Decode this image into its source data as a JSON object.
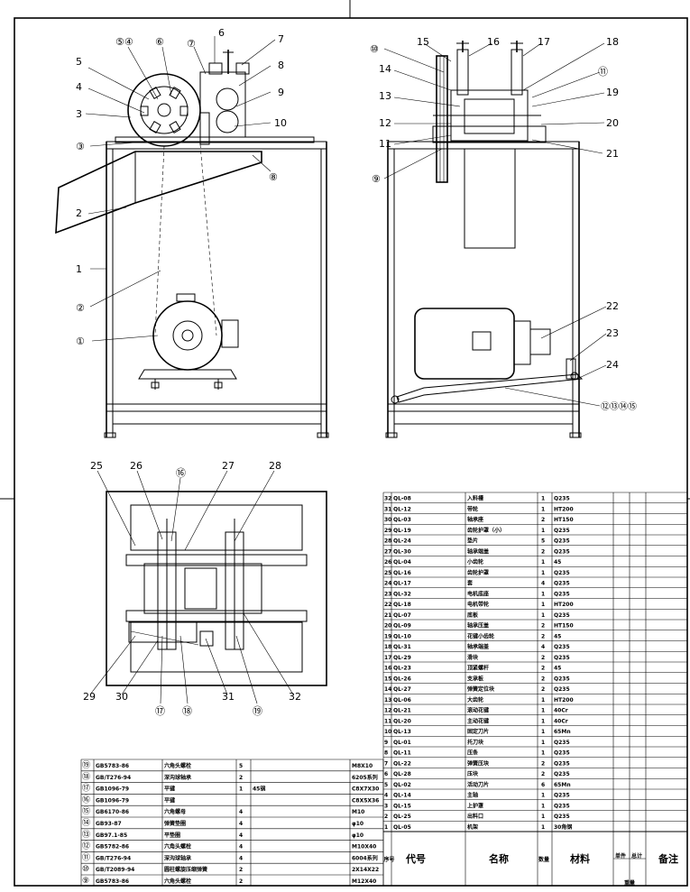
{
  "front_view": {
    "callouts": [
      "⑤④",
      "⑥",
      "⑦",
      "6",
      "7",
      "5",
      "8",
      "4",
      "9",
      "3",
      "10",
      "③",
      "⑧",
      "2",
      "1",
      "②",
      "①"
    ]
  },
  "side_view": {
    "callouts": [
      "⑩",
      "15",
      "16",
      "17",
      "18",
      "14",
      "⑪",
      "13",
      "19",
      "12",
      "20",
      "11",
      "21",
      "⑨",
      "22",
      "23",
      "24",
      "⑫⑬⑭⑮"
    ]
  },
  "top_view": {
    "callouts": [
      "25",
      "26",
      "⑯",
      "27",
      "28",
      "29",
      "30",
      "⑰",
      "⑱",
      "31",
      "⑲",
      "32"
    ]
  },
  "parts_list": {
    "rows": [
      {
        "no": "32",
        "code": "QL-08",
        "name": "入料槽",
        "qty": "1",
        "material": "Q235"
      },
      {
        "no": "31",
        "code": "QL-12",
        "name": "带轮",
        "qty": "1",
        "material": "HT200"
      },
      {
        "no": "30",
        "code": "QL-03",
        "name": "轴承座",
        "qty": "2",
        "material": "HT150"
      },
      {
        "no": "29",
        "code": "QL-19",
        "name": "齿轮护罩（小）",
        "qty": "1",
        "material": "Q235"
      },
      {
        "no": "28",
        "code": "QL-24",
        "name": "垫片",
        "qty": "5",
        "material": "Q235"
      },
      {
        "no": "27",
        "code": "QL-30",
        "name": "轴承端盖",
        "qty": "2",
        "material": "Q235"
      },
      {
        "no": "26",
        "code": "QL-04",
        "name": "小齿轮",
        "qty": "1",
        "material": "45"
      },
      {
        "no": "25",
        "code": "QL-16",
        "name": "齿轮护罩",
        "qty": "1",
        "material": "Q235"
      },
      {
        "no": "24",
        "code": "QL-17",
        "name": "套",
        "qty": "4",
        "material": "Q235"
      },
      {
        "no": "23",
        "code": "QL-32",
        "name": "电机底座",
        "qty": "1",
        "material": "Q235"
      },
      {
        "no": "22",
        "code": "QL-18",
        "name": "电机带轮",
        "qty": "1",
        "material": "HT200"
      },
      {
        "no": "21",
        "code": "QL-07",
        "name": "底板",
        "qty": "1",
        "material": "Q235"
      },
      {
        "no": "20",
        "code": "QL-09",
        "name": "轴承压盖",
        "qty": "2",
        "material": "HT150"
      },
      {
        "no": "19",
        "code": "QL-10",
        "name": "花键小齿轮",
        "qty": "2",
        "material": "45"
      },
      {
        "no": "18",
        "code": "QL-31",
        "name": "轴承端盖",
        "qty": "4",
        "material": "Q235"
      },
      {
        "no": "17",
        "code": "QL-29",
        "name": "滑块",
        "qty": "2",
        "material": "Q235"
      },
      {
        "no": "16",
        "code": "QL-23",
        "name": "顶紧螺杆",
        "qty": "2",
        "material": "45"
      },
      {
        "no": "15",
        "code": "QL-26",
        "name": "支承板",
        "qty": "2",
        "material": "Q235"
      },
      {
        "no": "14",
        "code": "QL-27",
        "name": "弹簧定位块",
        "qty": "2",
        "material": "Q235"
      },
      {
        "no": "13",
        "code": "QL-06",
        "name": "大齿轮",
        "qty": "1",
        "material": "HT200"
      },
      {
        "no": "12",
        "code": "QL-21",
        "name": "滚动花键",
        "qty": "1",
        "material": "40Cr"
      },
      {
        "no": "11",
        "code": "QL-20",
        "name": "主动花键",
        "qty": "1",
        "material": "40Cr"
      },
      {
        "no": "10",
        "code": "QL-13",
        "name": "固定刀片",
        "qty": "1",
        "material": "65Mn"
      },
      {
        "no": "9",
        "code": "QL-01",
        "name": "托刀块",
        "qty": "1",
        "material": "Q235"
      },
      {
        "no": "8",
        "code": "QL-11",
        "name": "压条",
        "qty": "1",
        "material": "Q235"
      },
      {
        "no": "7",
        "code": "QL-22",
        "name": "弹簧压块",
        "qty": "2",
        "material": "Q235"
      },
      {
        "no": "6",
        "code": "QL-28",
        "name": "压块",
        "qty": "2",
        "material": "Q235"
      },
      {
        "no": "5",
        "code": "QL-02",
        "name": "活动刀片",
        "qty": "6",
        "material": "65Mn"
      },
      {
        "no": "4",
        "code": "QL-14",
        "name": "主轴",
        "qty": "1",
        "material": "Q235"
      },
      {
        "no": "3",
        "code": "QL-15",
        "name": "上护罩",
        "qty": "1",
        "material": "Q235"
      },
      {
        "no": "2",
        "code": "QL-25",
        "name": "出料口",
        "qty": "1",
        "material": "Q235"
      },
      {
        "no": "1",
        "code": "QL-05",
        "name": "机架",
        "qty": "1",
        "material": "30角钢"
      }
    ],
    "header": {
      "no": "序号",
      "code": "代号",
      "name": "名称",
      "qty": "数量",
      "material": "材料",
      "unit_weight": "单件",
      "total_weight": "总计",
      "weight": "重量",
      "remark": "备注"
    }
  },
  "standard_parts": {
    "rows": [
      {
        "no": "⑲",
        "code": "GB5783-86",
        "name": "六角头螺栓",
        "qty": "5",
        "material": "",
        "spec": "M8X10"
      },
      {
        "no": "⑱",
        "code": "GB/T276-94",
        "name": "深沟球轴承",
        "qty": "2",
        "material": "",
        "spec": "6205系列"
      },
      {
        "no": "⑰",
        "code": "GB1096-79",
        "name": "平键",
        "qty": "1",
        "material": "45钢",
        "spec": "C8X7X30"
      },
      {
        "no": "⑯",
        "code": "GB1096-79",
        "name": "平键",
        "qty": "",
        "material": "",
        "spec": "C8X5X36"
      },
      {
        "no": "⑮",
        "code": "GB6170-86",
        "name": "六角螺母",
        "qty": "4",
        "material": "",
        "spec": "M10"
      },
      {
        "no": "⑭",
        "code": "GB93-87",
        "name": "弹簧垫圈",
        "qty": "4",
        "material": "",
        "spec": "φ10"
      },
      {
        "no": "⑬",
        "code": "GB97.1-85",
        "name": "平垫圈",
        "qty": "4",
        "material": "",
        "spec": "φ10"
      },
      {
        "no": "⑫",
        "code": "GB5782-86",
        "name": "六角头螺栓",
        "qty": "4",
        "material": "",
        "spec": "M10X40"
      },
      {
        "no": "⑪",
        "code": "GB/T276-94",
        "name": "深沟球轴承",
        "qty": "4",
        "material": "",
        "spec": "6004系列"
      },
      {
        "no": "⑩",
        "code": "GB/T2089-94",
        "name": "圆柱螺旋压缩弹簧",
        "qty": "2",
        "material": "",
        "spec": "2X14X22"
      },
      {
        "no": "⑨",
        "code": "GB5783-86",
        "name": "六角头螺栓",
        "qty": "2",
        "material": "",
        "spec": "M12X40"
      }
    ]
  }
}
